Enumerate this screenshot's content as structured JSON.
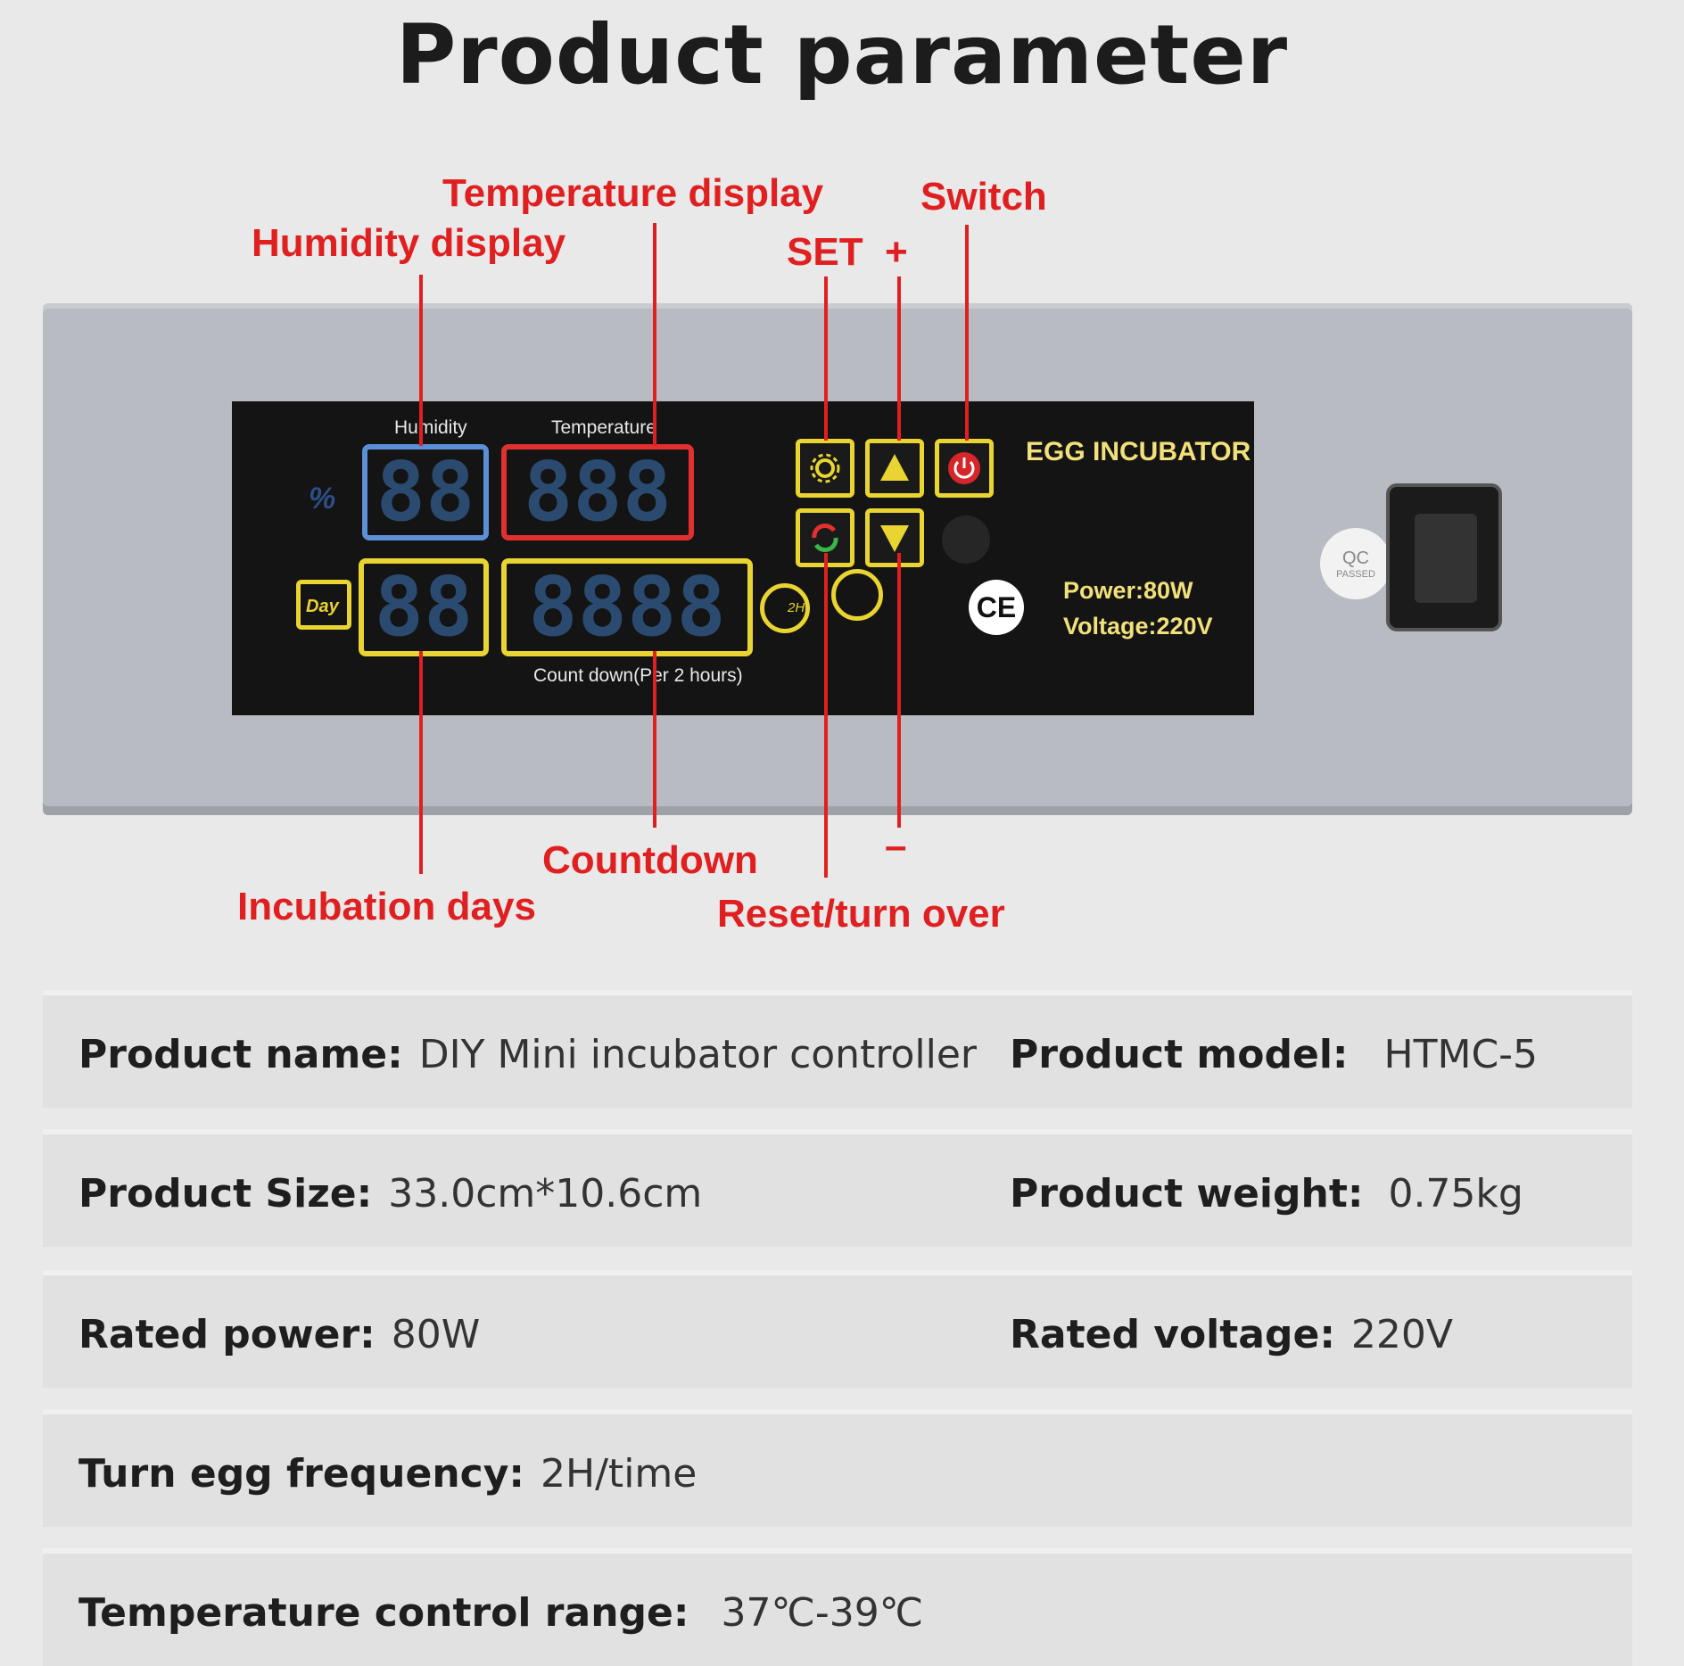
{
  "title": "Product parameter",
  "callouts": {
    "temperature_display": "Temperature display",
    "humidity_display": "Humidity display",
    "set": "SET",
    "plus": "+",
    "switch": "Switch",
    "countdown": "Countdown",
    "incubation_days": "Incubation days",
    "minus": "–",
    "reset_turn_over": "Reset/turn over"
  },
  "panel": {
    "humidity_label": "Humidity",
    "temperature_label": "Temperature",
    "countdown_label": "Count down(Per 2 hours)",
    "brand": "EGG INCUBATOR",
    "power": "Power:80W",
    "voltage": "Voltage:220V",
    "day_badge": "Day",
    "timer_badge": "2H",
    "ce": "CE",
    "humidity_digits": "88",
    "temperature_digits": "888",
    "days_digits": "88",
    "countdown_digits": "8888",
    "humidity_icon_text": "%"
  },
  "qc": {
    "top": "QC",
    "bottom": "PASSED"
  },
  "specs": [
    {
      "label": "Product name:",
      "value": "DIY Mini incubator controller",
      "label2": "Product model:",
      "value2": "HTMC-5"
    },
    {
      "label": "Product Size:",
      "value": "33.0cm*10.6cm",
      "label2": "Product weight:",
      "value2": "0.75kg"
    },
    {
      "label": "Rated power:",
      "value": "80W",
      "label2": "Rated voltage:",
      "value2": "220V"
    },
    {
      "label": "Turn egg frequency:",
      "value": "2H/time"
    },
    {
      "label": "Temperature control range:",
      "value": "37℃-39℃"
    }
  ],
  "colors": {
    "callout": "#e02020",
    "panel": "#141414",
    "accent_yellow": "#e9d431",
    "accent_blue": "#5b8fd6",
    "accent_red": "#e23030"
  },
  "icons": [
    "gear-icon",
    "up-arrow-icon",
    "power-icon",
    "refresh-icon",
    "down-arrow-icon",
    "calendar-icon",
    "timer-icon",
    "settings-icon"
  ]
}
